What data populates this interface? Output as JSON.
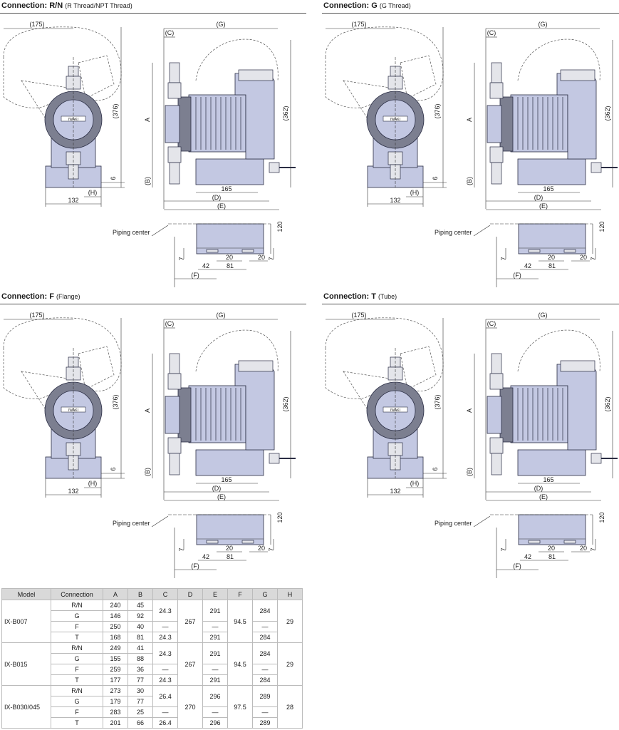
{
  "panels": [
    {
      "title": "Connection: R/N",
      "subtitle": "(R Thread/NPT Thread)"
    },
    {
      "title": "Connection: G",
      "subtitle": "(G Thread)"
    },
    {
      "title": "Connection: F",
      "subtitle": "(Flange)"
    },
    {
      "title": "Connection: T",
      "subtitle": "(Tube)"
    }
  ],
  "labels": {
    "d175": "(175)",
    "d376": "(376)",
    "d6": "6",
    "dH": "(H)",
    "d132": "132",
    "dC": "(C)",
    "dG": "(G)",
    "dA": "A",
    "dB": "(B)",
    "d362": "(362)",
    "d165": "165",
    "dD": "(D)",
    "dE": "(E)",
    "piping": "Piping center",
    "d120": "120",
    "d7": "7",
    "d20": "20",
    "d42": "42",
    "d81": "81",
    "dF": "(F)",
    "pump_label": "IWAKI"
  },
  "table": {
    "headers": [
      "Model",
      "Connection",
      "A",
      "B",
      "C",
      "D",
      "E",
      "F",
      "G",
      "H"
    ],
    "groups": [
      {
        "model": "IX-B007",
        "D": "267",
        "F": "94.5",
        "H": "29",
        "rows": [
          {
            "conn": "R/N",
            "A": "240",
            "B": "45"
          },
          {
            "conn": "G",
            "A": "146",
            "B": "92"
          },
          {
            "conn": "F",
            "A": "250",
            "B": "40"
          },
          {
            "conn": "T",
            "A": "168",
            "B": "81"
          }
        ],
        "C": [
          "24.3",
          "—",
          "24.3"
        ],
        "E": [
          "291",
          "—",
          "291"
        ],
        "G": [
          "284",
          "—",
          "284"
        ]
      },
      {
        "model": "IX-B015",
        "D": "267",
        "F": "94.5",
        "H": "29",
        "rows": [
          {
            "conn": "R/N",
            "A": "249",
            "B": "41"
          },
          {
            "conn": "G",
            "A": "155",
            "B": "88"
          },
          {
            "conn": "F",
            "A": "259",
            "B": "36"
          },
          {
            "conn": "T",
            "A": "177",
            "B": "77"
          }
        ],
        "C": [
          "24.3",
          "—",
          "24.3"
        ],
        "E": [
          "291",
          "—",
          "291"
        ],
        "G": [
          "284",
          "—",
          "284"
        ]
      },
      {
        "model": "IX-B030/045",
        "D": "270",
        "F": "97.5",
        "H": "28",
        "rows": [
          {
            "conn": "R/N",
            "A": "273",
            "B": "30"
          },
          {
            "conn": "G",
            "A": "179",
            "B": "77"
          },
          {
            "conn": "F",
            "A": "283",
            "B": "25"
          },
          {
            "conn": "T",
            "A": "201",
            "B": "66"
          }
        ],
        "C": [
          "26.4",
          "—",
          "26.4"
        ],
        "E": [
          "296",
          "—",
          "296"
        ],
        "G": [
          "289",
          "—",
          "289"
        ]
      }
    ]
  }
}
